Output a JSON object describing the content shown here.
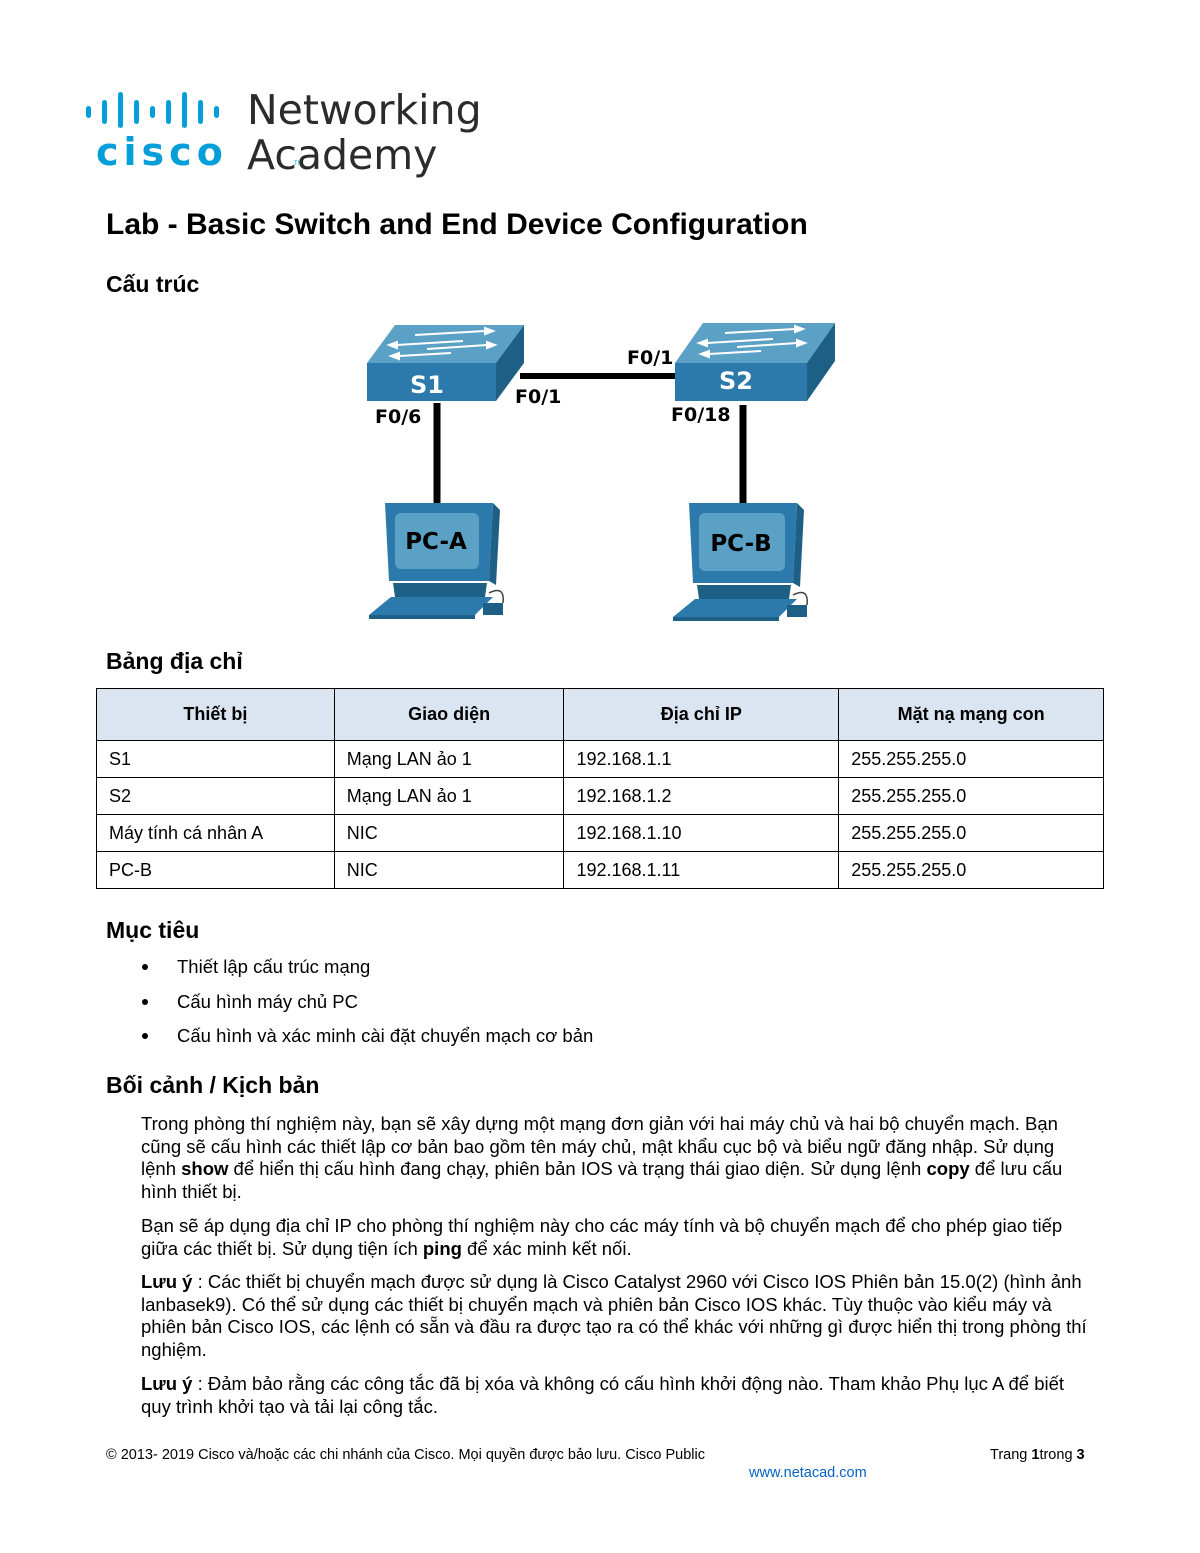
{
  "logo": {
    "brand": "cisco",
    "line1": "Networking",
    "line2": "Academy",
    "brand_color": "#049fd9"
  },
  "title": "Lab - Basic Switch and End Device Configuration",
  "sections": {
    "topology": "Cấu trúc",
    "addressing": "Bảng địa chỉ",
    "objectives": "Mục tiêu",
    "background": "Bối cảnh / Kịch bản"
  },
  "topology": {
    "switch1": "S1",
    "switch2": "S2",
    "pc_a": "PC-A",
    "pc_b": "PC-B",
    "s1_f06": "F0/6",
    "s1_f01": "F0/1",
    "s2_f01": "F0/1",
    "s2_f018": "F0/18"
  },
  "table": {
    "headers": [
      "Thiết bị",
      "Giao diện",
      "Địa chỉ IP",
      "Mặt nạ mạng con"
    ],
    "rows": [
      [
        "S1",
        "Mạng LAN ảo 1",
        "192.168.1.1",
        "255.255.255.0"
      ],
      [
        "S2",
        "Mạng LAN ảo 1",
        "192.168.1.2",
        "255.255.255.0"
      ],
      [
        "Máy tính cá nhân A",
        "NIC",
        "192.168.1.10",
        "255.255.255.0"
      ],
      [
        "PC-B",
        "NIC",
        "192.168.1.11",
        "255.255.255.0"
      ]
    ]
  },
  "objectives": [
    "Thiết lập cấu trúc mạng",
    "Cấu hình máy chủ PC",
    "Cấu hình và xác minh cài đặt chuyển mạch cơ bản"
  ],
  "background": {
    "p1_a": "Trong phòng thí nghiệm này, bạn sẽ xây dựng một mạng đơn giản với hai máy chủ và hai bộ chuyển mạch. Bạn cũng sẽ cấu hình các thiết lập cơ bản bao gồm tên máy chủ, mật khẩu cục bộ và biểu ngữ đăng nhập. Sử dụng lệnh ",
    "p1_cmd1": "show",
    "p1_b": " để hiển thị cấu hình đang chạy, phiên bản IOS và trạng thái giao diện. Sử dụng lệnh ",
    "p1_cmd2": "copy",
    "p1_c": " để lưu cấu hình thiết bị.",
    "p2_a": "Bạn sẽ áp dụng địa chỉ IP cho phòng thí nghiệm này cho các máy tính và bộ chuyển mạch để cho phép giao tiếp giữa các thiết bị. Sử dụng tiện ích ",
    "p2_cmd": "ping",
    "p2_b": " để xác minh kết nối.",
    "note_label": "Lưu ý",
    "note1": " : Các thiết bị chuyển mạch được sử dụng là Cisco Catalyst 2960 với Cisco IOS Phiên bản 15.0(2) (hình ảnh lanbasek9). Có thể sử dụng các thiết bị chuyển mạch và phiên bản Cisco IOS khác. Tùy thuộc vào kiểu máy và phiên bản Cisco IOS, các lệnh có sẵn và đầu ra được tạo ra có thể khác với những gì được hiển thị trong phòng thí nghiệm.",
    "note2": " : Đảm bảo rằng các công tắc đã bị xóa và không có cấu hình khởi động nào. Tham khảo Phụ lục A để biết quy trình khởi tạo và tải lại công tắc."
  },
  "footer": {
    "copyright": "© 2013- 2019 Cisco và/hoặc các chi nhánh của Cisco. Mọi quyền được bảo lưu. Cisco Public",
    "page_prefix": "Trang ",
    "page_num": "1",
    "page_mid": "trong ",
    "page_total": "3",
    "url": "www.netacad.com"
  }
}
